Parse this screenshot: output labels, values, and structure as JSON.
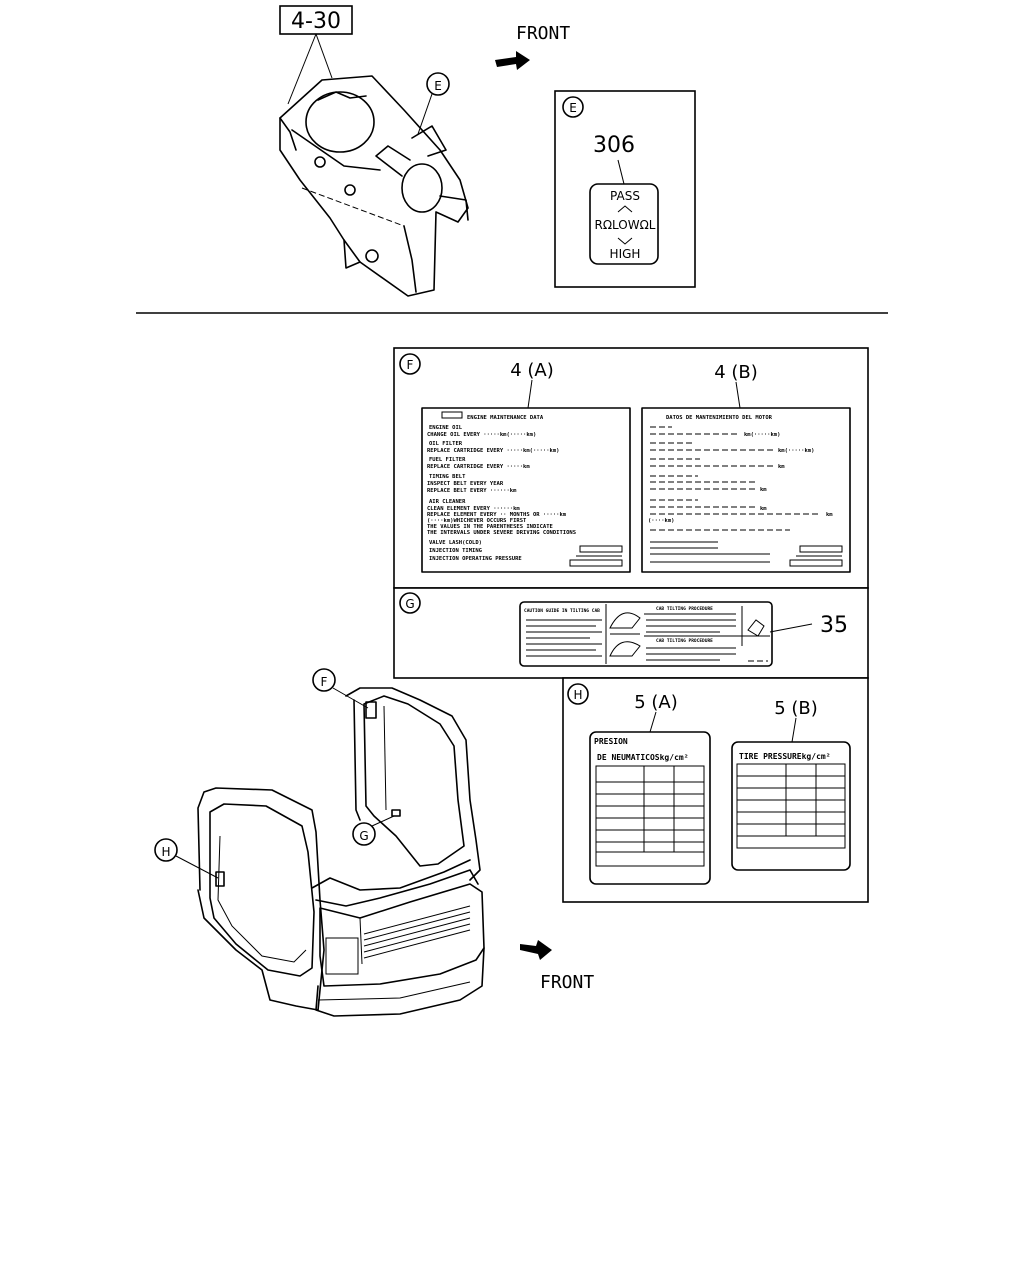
{
  "callouts": {
    "top_ref": "4-30",
    "front_top": "FRONT",
    "front_bottom": "FRONT",
    "E": "E",
    "F": "F",
    "G": "G",
    "H": "H",
    "part_306": "306",
    "part_4a": "4 (A)",
    "part_4b": "4 (B)",
    "part_35": "35",
    "part_5a": "5 (A)",
    "part_5b": "5 (B)"
  },
  "switch_label": {
    "top": "PASS",
    "middle": "RΩLOWΩL",
    "bottom": "HIGH"
  },
  "label_4a": {
    "title": "ENGINE MAINTENANCE DATA",
    "lines": [
      "ENGINE OIL",
      "CHANGE OIL EVERY ·····km(·····km)",
      "OIL FILTER",
      "REPLACE CARTRIDGE EVERY ·····km(·····km)",
      "FUEL FILTER",
      "REPLACE CARTRIDGE EVERY ·····km",
      "TIMING BELT",
      "INSPECT BELT EVERY YEAR",
      "REPLACE BELT EVERY ······km",
      "AIR CLEANER",
      "CLEAN ELEMENT EVERY ······km",
      "REPLACE ELEMENT EVERY ·· MONTHS OR ·····km",
      "(····km)WHICHEVER OCCURS FIRST",
      "THE VALUES IN THE PARENTHESES INDICATE",
      "THE INTERVALS UNDER SEVERE DRIVING CONDITIONS",
      "VALVE LASH(COLD)",
      "INJECTION TIMING",
      "INJECTION OPERATING PRESSURE"
    ]
  },
  "label_4b": {
    "title": "DATOS DE MANTENIMIENTO DEL MOTOR",
    "units": [
      "km(·····km)",
      "km(·····km)",
      "km",
      "km",
      "km",
      "km",
      "(····km)"
    ]
  },
  "label_35": {
    "left_title": "CAUTION GUIDE IN TILTING CAB",
    "right_title_1": "CAB TILTING PROCEDURE",
    "right_title_2": "CAB TILTING PROCEDURE"
  },
  "label_5a": {
    "title_1": "PRESION",
    "title_2": "DE NEUMATICOSkg/cm²"
  },
  "label_5b": {
    "title": "TIRE PRESSUREkg/cm²"
  }
}
